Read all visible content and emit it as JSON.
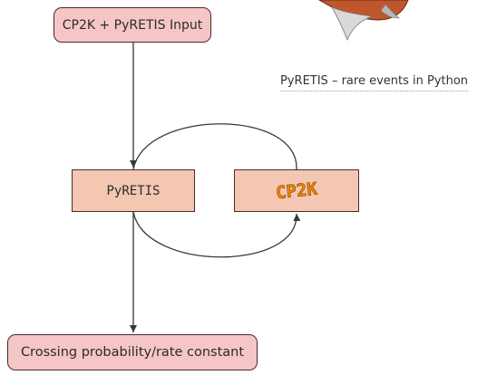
{
  "diagram": {
    "nodes": {
      "input": "CP2K + PyRETIS Input",
      "engine": "PyRETIS",
      "external_engine_logo": "CP2K",
      "output": "Crossing probability/rate constant"
    },
    "caption": "PyRETIS – rare events in Python"
  },
  "colors": {
    "terminal_fill": "#f6c6c6",
    "process_fill": "#f4c7b3",
    "edge": "#2f3b3b",
    "cp2k_logo": "#f08a00"
  }
}
